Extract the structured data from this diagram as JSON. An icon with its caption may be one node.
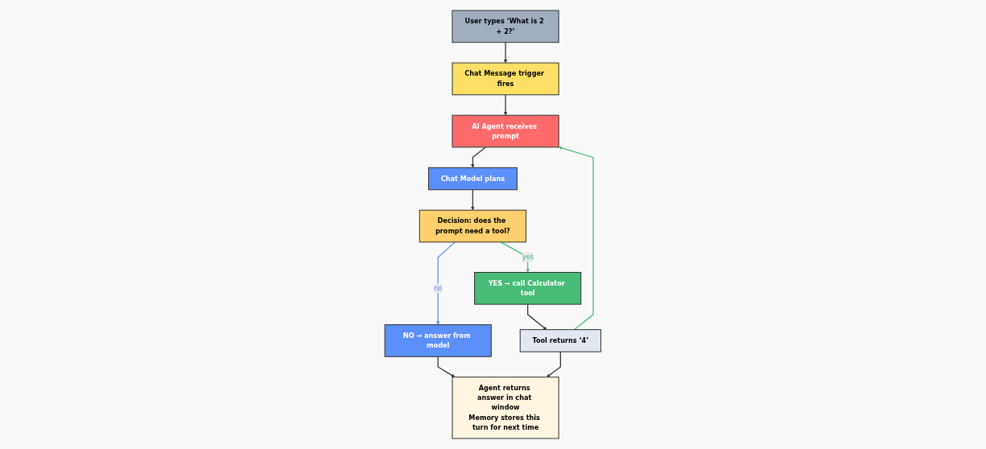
{
  "diagram": {
    "nodes": [
      {
        "text": [
          "User types ‘What is 2 + 2?’"
        ]
      },
      {
        "text": [
          "Chat Message trigger fires"
        ]
      },
      {
        "text": [
          "AI Agent receives prompt"
        ]
      },
      {
        "text": [
          "Chat Model plans"
        ]
      },
      {
        "text": [
          "Decision: does the prompt need a tool?"
        ]
      },
      {
        "text": [
          "NO → answer from model"
        ]
      },
      {
        "text": [
          "YES → call Calculator tool"
        ]
      },
      {
        "text": [
          "Tool returns ‘4’"
        ]
      },
      {
        "text": [
          "Agent returns answer in chat window",
          "Memory stores this turn for next time"
        ]
      }
    ],
    "edges": [
      {
        "from": 0,
        "to": 1,
        "arrow": "to"
      },
      {
        "from": 1,
        "to": 2,
        "arrow": "to"
      },
      {
        "from": 2,
        "to": 3,
        "arrow": "to"
      },
      {
        "from": 3,
        "to": 4,
        "arrow": "to"
      },
      {
        "from": 4,
        "to": 5,
        "arrow": "to",
        "label": "no",
        "color": "#5b8ff9"
      },
      {
        "from": 4,
        "to": 6,
        "arrow": "to",
        "label": "yes",
        "color": "#48bb78"
      },
      {
        "from": 6,
        "to": 7,
        "arrow": "to"
      },
      {
        "from": 7,
        "to": 2,
        "arrow": "to",
        "color": "#48bb78"
      },
      {
        "from": 5,
        "to": 8,
        "arrow": "to"
      },
      {
        "from": 7,
        "to": 8,
        "arrow": "to"
      }
    ]
  }
}
